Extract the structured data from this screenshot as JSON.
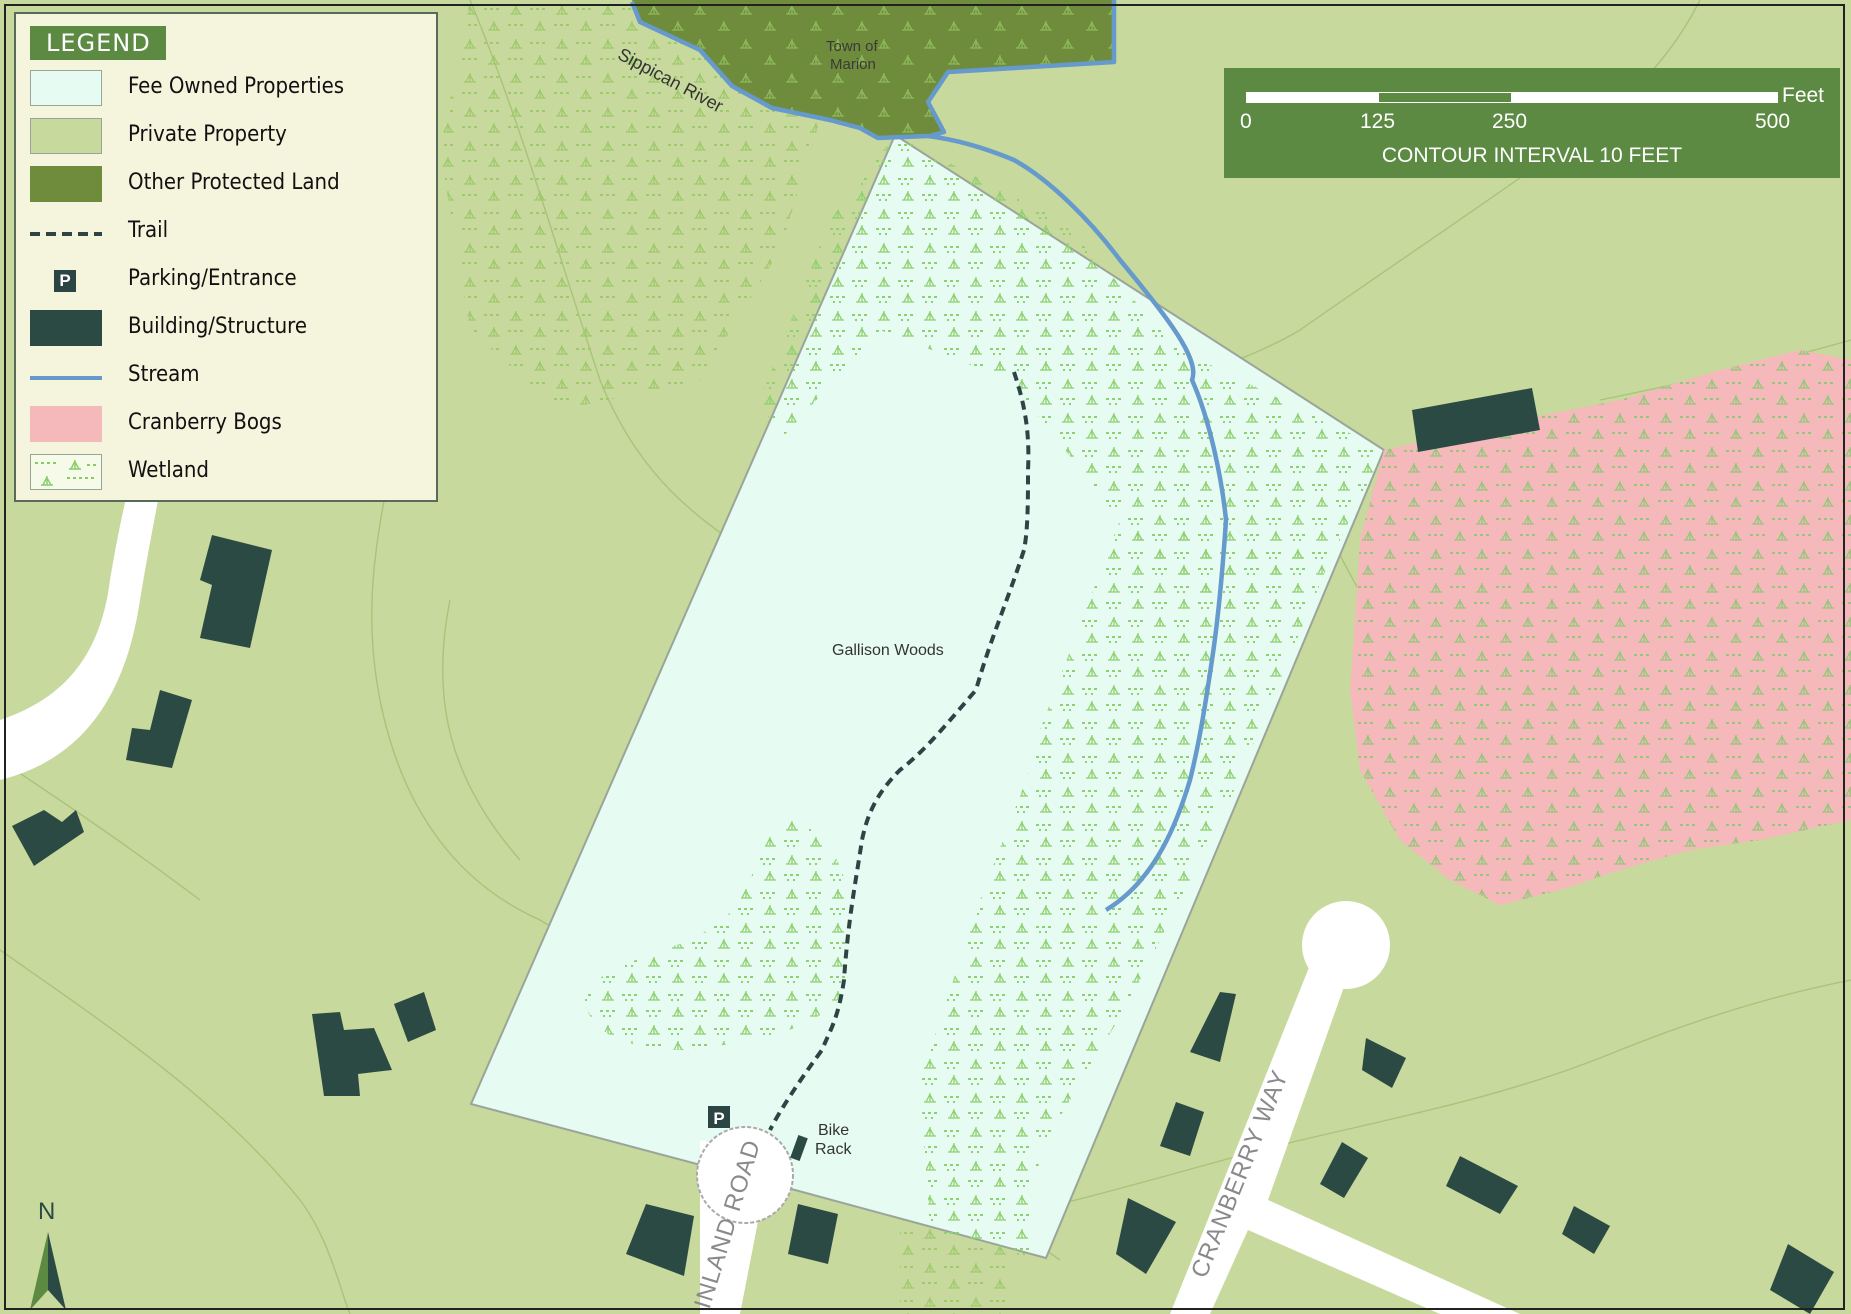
{
  "legend": {
    "title": "LEGEND",
    "items": [
      {
        "label": "Fee Owned Properties",
        "color": "#e6fbf2"
      },
      {
        "label": "Private Property",
        "color": "#c7d99c"
      },
      {
        "label": "Other Protected Land",
        "color": "#6e8c3c"
      },
      {
        "label": "Trail",
        "color": "#2c4444"
      },
      {
        "label": "Parking/Entrance",
        "color": "#2c4444"
      },
      {
        "label": "Building/Structure",
        "color": "#2c4a44"
      },
      {
        "label": "Stream",
        "color": "#6699cc"
      },
      {
        "label": "Cranberry Bogs",
        "color": "#f6b9bb"
      },
      {
        "label": "Wetland",
        "color": "#88cc66"
      }
    ]
  },
  "scale": {
    "unit": "Feet",
    "ticks": [
      "0",
      "125",
      "250",
      "500"
    ],
    "caption": "CONTOUR INTERVAL 10 FEET"
  },
  "labels": {
    "river": "Sippican River",
    "town_line1": "Town of",
    "town_line2": "Marion",
    "property": "Gallison Woods",
    "bike_line1": "Bike",
    "bike_line2": "Rack",
    "parking_symbol": "P",
    "road_inland": "INLAND ROAD",
    "road_cranberry": "CRANBERRY WAY",
    "north": "N"
  },
  "colors": {
    "private": "#c7d99c",
    "fee_owned": "#e6fbf2",
    "protected": "#6e8c3c",
    "cranberry": "#f6b9bb",
    "wetland": "#88cc66",
    "building": "#2c4a44",
    "stream": "#6699cc",
    "trail": "#2c4444",
    "road": "#ffffff"
  }
}
